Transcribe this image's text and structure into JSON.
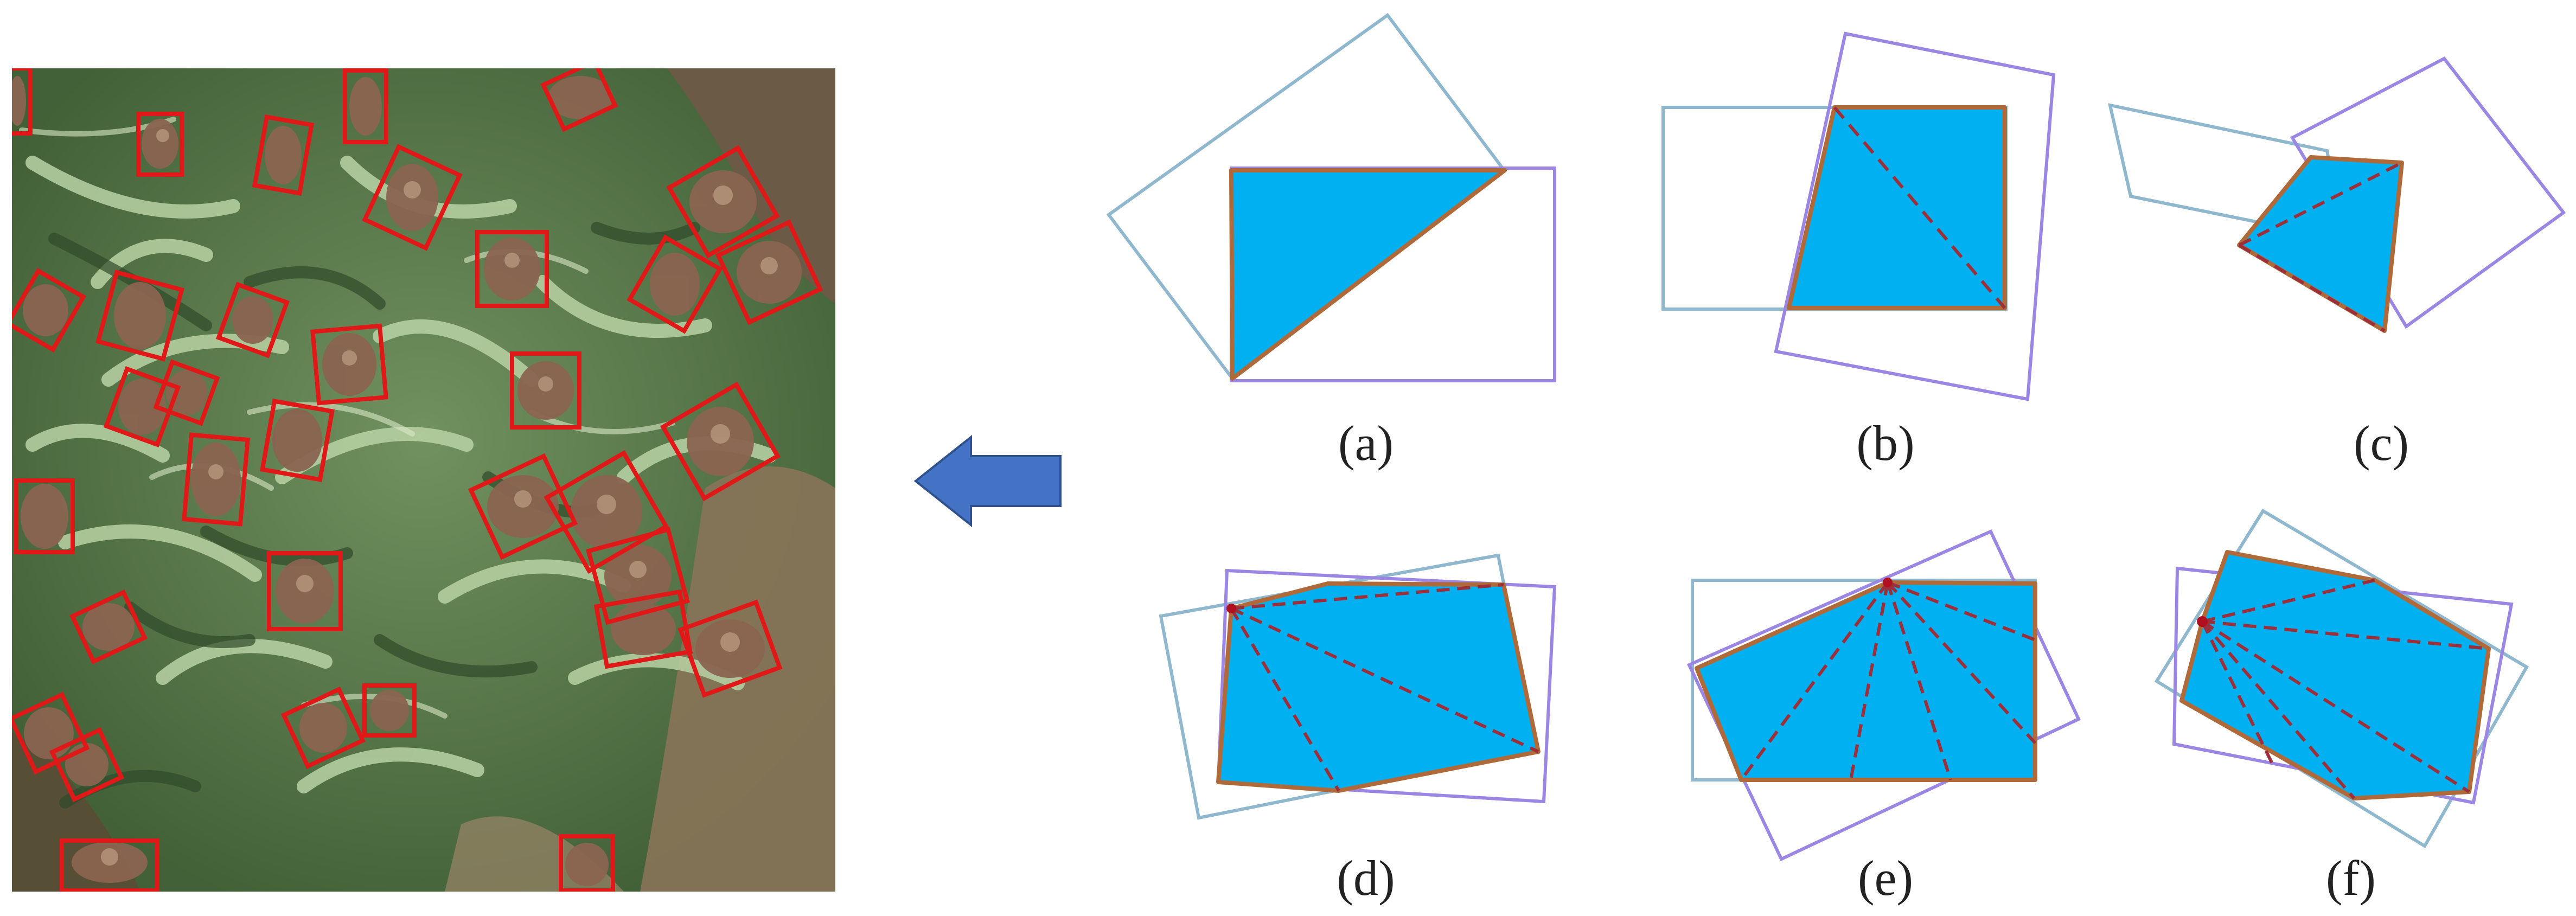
{
  "colors": {
    "detection_box": "#e01818",
    "rect_a": "#8fb8cf",
    "rect_b": "#9b86e3",
    "intersection_fill": "#00b0f0",
    "intersection_edge": "#b06a3a",
    "triangulation_line": "#9c2f3a",
    "vertex_marker": "#b01020",
    "arrow_fill": "#4472c4",
    "arrow_edge": "#2f528f"
  },
  "icons": {
    "arrow": "arrow-left-icon"
  },
  "photo": {
    "subject": "sorghum-field-with-rotated-detection-boxes"
  },
  "panels": [
    {
      "id": "a",
      "label": "(a)"
    },
    {
      "id": "b",
      "label": "(b)"
    },
    {
      "id": "c",
      "label": "(c)"
    },
    {
      "id": "d",
      "label": "(d)"
    },
    {
      "id": "e",
      "label": "(e)"
    },
    {
      "id": "f",
      "label": "(f)"
    }
  ]
}
